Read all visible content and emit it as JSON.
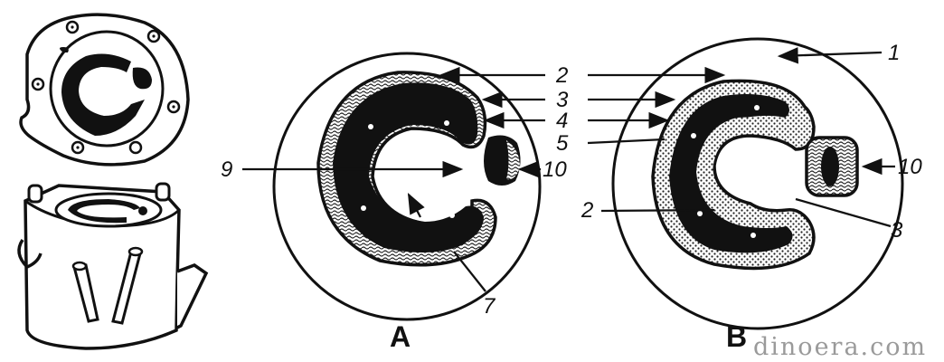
{
  "figure": {
    "panels": [
      {
        "id": "A",
        "label": "A"
      },
      {
        "id": "B",
        "label": "B"
      }
    ],
    "thumbnails": [
      {
        "id": "top-view",
        "description": "ring with C-shaped section and holes"
      },
      {
        "id": "pot-view",
        "description": "cylindrical vessel with C-shaped opening, rods and spout"
      }
    ],
    "labels": {
      "l1": "1",
      "l2": "2",
      "l3": "3",
      "l4": "4",
      "l5": "5",
      "l7": "7",
      "l9": "9",
      "l10a": "10",
      "l10b": "10",
      "l2b": "2",
      "l3b": "3"
    },
    "colors": {
      "ink": "#111111",
      "background": "#ffffff",
      "watermark": "#9a9a9a"
    }
  },
  "watermark": "dinoera.com"
}
